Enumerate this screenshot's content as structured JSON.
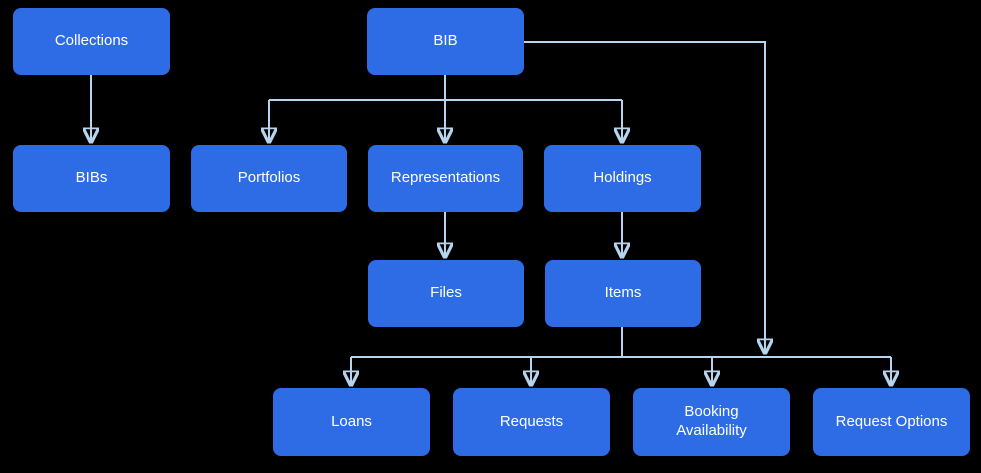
{
  "diagram": {
    "title": "BIB entity relationship flowchart",
    "background_color": "#000000",
    "node_fill_color": "#2d6ce4",
    "node_text_color": "#ffffff",
    "connector_color": "#b7d4ee",
    "nodes": [
      {
        "id": "collections",
        "label": "Collections"
      },
      {
        "id": "bib",
        "label": "BIB"
      },
      {
        "id": "bibs",
        "label": "BIBs"
      },
      {
        "id": "portfolios",
        "label": "Portfolios"
      },
      {
        "id": "representations",
        "label": "Representations"
      },
      {
        "id": "holdings",
        "label": "Holdings"
      },
      {
        "id": "files",
        "label": "Files"
      },
      {
        "id": "items",
        "label": "Items"
      },
      {
        "id": "loans",
        "label": "Loans"
      },
      {
        "id": "requests",
        "label": "Requests"
      },
      {
        "id": "booking_availability",
        "label": "Booking Availability"
      },
      {
        "id": "request_options",
        "label": "Request Options"
      }
    ],
    "edges": [
      {
        "from": "Collections",
        "to": "BIBs"
      },
      {
        "from": "BIB",
        "to": "Portfolios"
      },
      {
        "from": "BIB",
        "to": "Representations"
      },
      {
        "from": "BIB",
        "to": "Holdings"
      },
      {
        "from": "Representations",
        "to": "Files"
      },
      {
        "from": "Holdings",
        "to": "Items"
      },
      {
        "from": "Items",
        "to": "Loans"
      },
      {
        "from": "Items",
        "to": "Requests"
      },
      {
        "from": "Items",
        "to": "Booking Availability"
      },
      {
        "from": "BIB",
        "to": "Request Options"
      }
    ]
  }
}
